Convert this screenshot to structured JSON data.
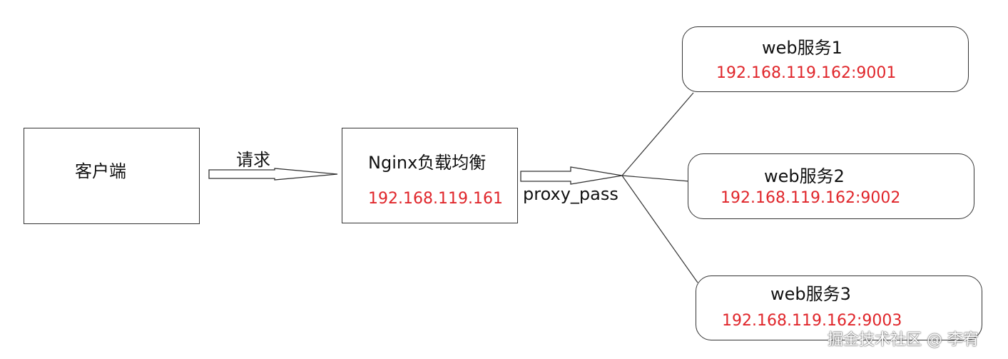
{
  "client": {
    "label": "客户端"
  },
  "request_arrow": {
    "label": "请求"
  },
  "nginx": {
    "title": "Nginx负载均衡",
    "ip": "192.168.119.161"
  },
  "proxy_arrow": {
    "label": "proxy_pass"
  },
  "servers": [
    {
      "title": "web服务1",
      "ip": "192.168.119.162:9001"
    },
    {
      "title": "web服务2",
      "ip": "192.168.119.162:9002"
    },
    {
      "title": "web服务3",
      "ip": "192.168.119.162:9003"
    }
  ],
  "watermark": "掘金技术社区 @ 李宥",
  "colors": {
    "ip_text": "#e0262b",
    "stroke": "#333333"
  }
}
